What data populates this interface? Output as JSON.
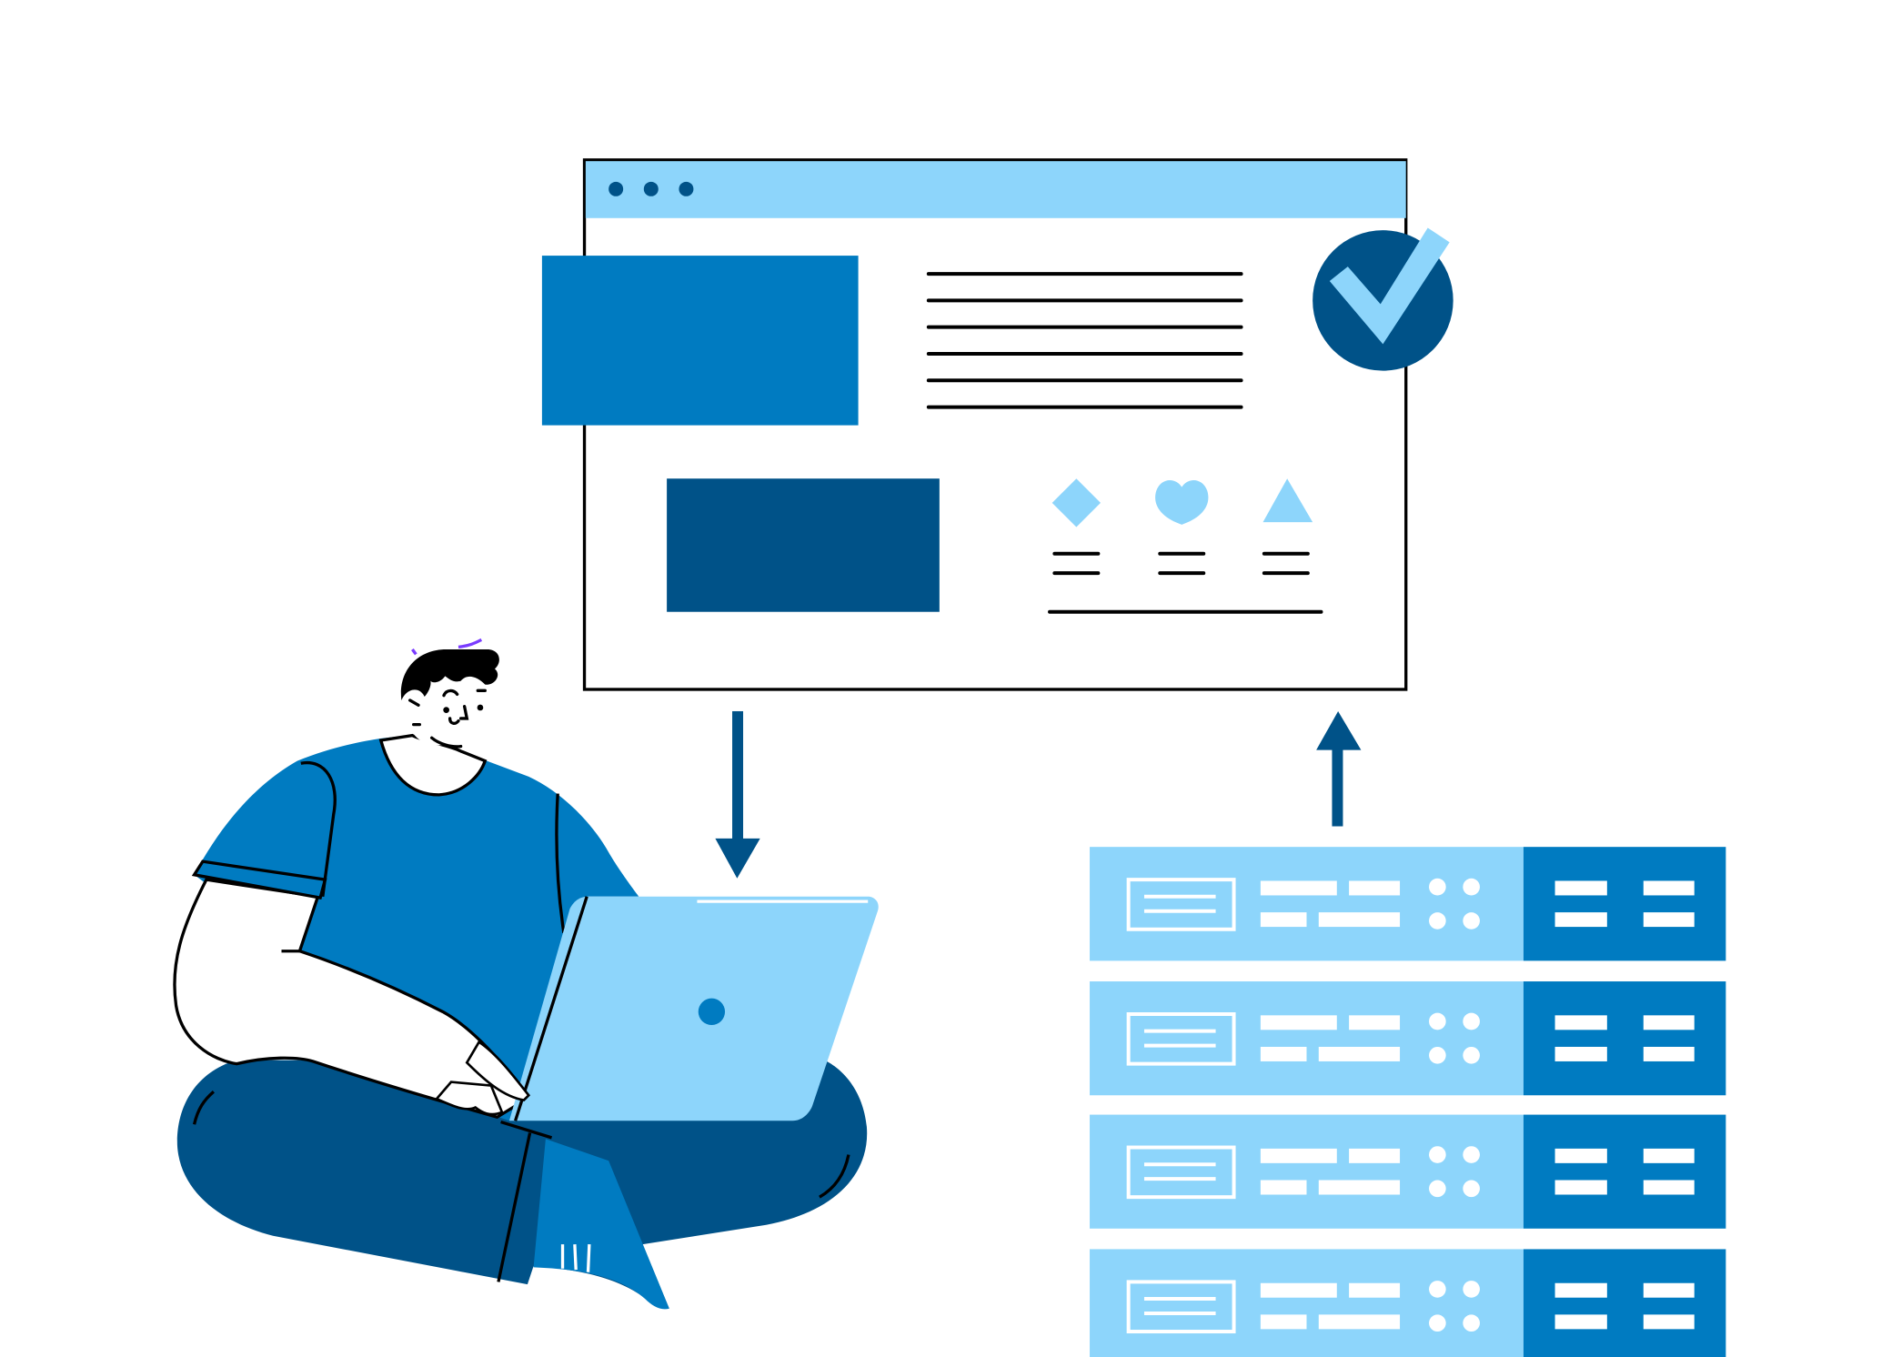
{
  "illustration": {
    "subject": "person-with-laptop-browser-servers",
    "colors": {
      "light_blue": "#8dd5fb",
      "mid_blue": "#007bc1",
      "dark_blue": "#005288",
      "outline": "#000000",
      "background": "#ffffff"
    },
    "icons": [
      "browser-window-icon",
      "check-badge-icon",
      "diamond-icon",
      "heart-icon",
      "triangle-icon",
      "arrow-down-icon",
      "arrow-up-icon",
      "server-rack-icon",
      "laptop-icon"
    ],
    "server_unit_count": 4,
    "browser_text_line_count": 6
  }
}
